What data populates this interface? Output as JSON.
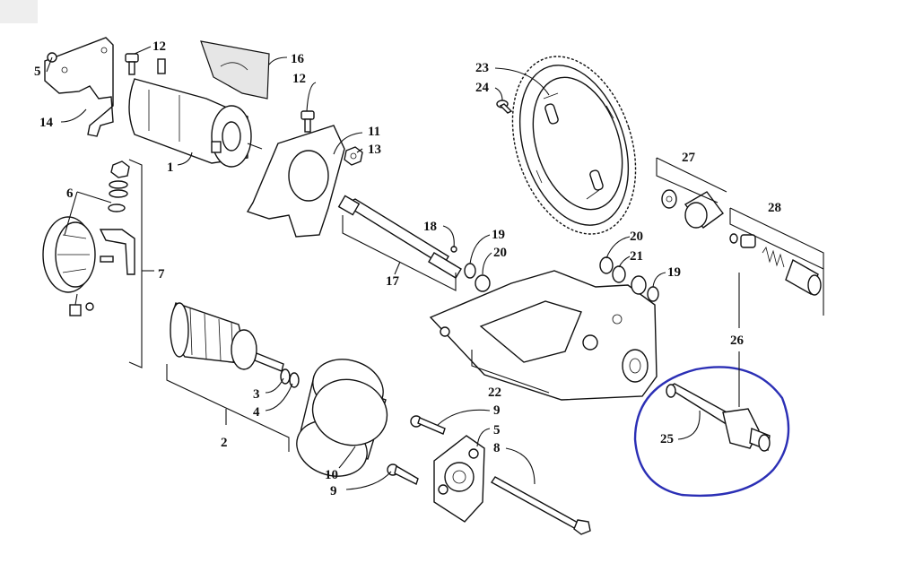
{
  "diagram": {
    "callouts": [
      {
        "id": "c5",
        "text": "5"
      },
      {
        "id": "c12a",
        "text": "12"
      },
      {
        "id": "c16",
        "text": "16"
      },
      {
        "id": "c12b",
        "text": "12"
      },
      {
        "id": "c14",
        "text": "14"
      },
      {
        "id": "c1",
        "text": "1"
      },
      {
        "id": "c11",
        "text": "11"
      },
      {
        "id": "c13",
        "text": "13"
      },
      {
        "id": "c6",
        "text": "6"
      },
      {
        "id": "c7",
        "text": "7"
      },
      {
        "id": "c18",
        "text": "18"
      },
      {
        "id": "c17",
        "text": "17"
      },
      {
        "id": "c19a",
        "text": "19"
      },
      {
        "id": "c20a",
        "text": "20"
      },
      {
        "id": "c23",
        "text": "23"
      },
      {
        "id": "c24",
        "text": "24"
      },
      {
        "id": "c27",
        "text": "27"
      },
      {
        "id": "c28",
        "text": "28"
      },
      {
        "id": "c20b",
        "text": "20"
      },
      {
        "id": "c21",
        "text": "21"
      },
      {
        "id": "c19b",
        "text": "19"
      },
      {
        "id": "c26",
        "text": "26"
      },
      {
        "id": "c22",
        "text": "22"
      },
      {
        "id": "c3",
        "text": "3"
      },
      {
        "id": "c4",
        "text": "4"
      },
      {
        "id": "c2",
        "text": "2"
      },
      {
        "id": "c9a",
        "text": "9"
      },
      {
        "id": "c5b",
        "text": "5"
      },
      {
        "id": "c8",
        "text": "8"
      },
      {
        "id": "c10",
        "text": "10"
      },
      {
        "id": "c9b",
        "text": "9"
      },
      {
        "id": "c25",
        "text": "25"
      }
    ],
    "highlight_color": "#2b2fb5"
  }
}
